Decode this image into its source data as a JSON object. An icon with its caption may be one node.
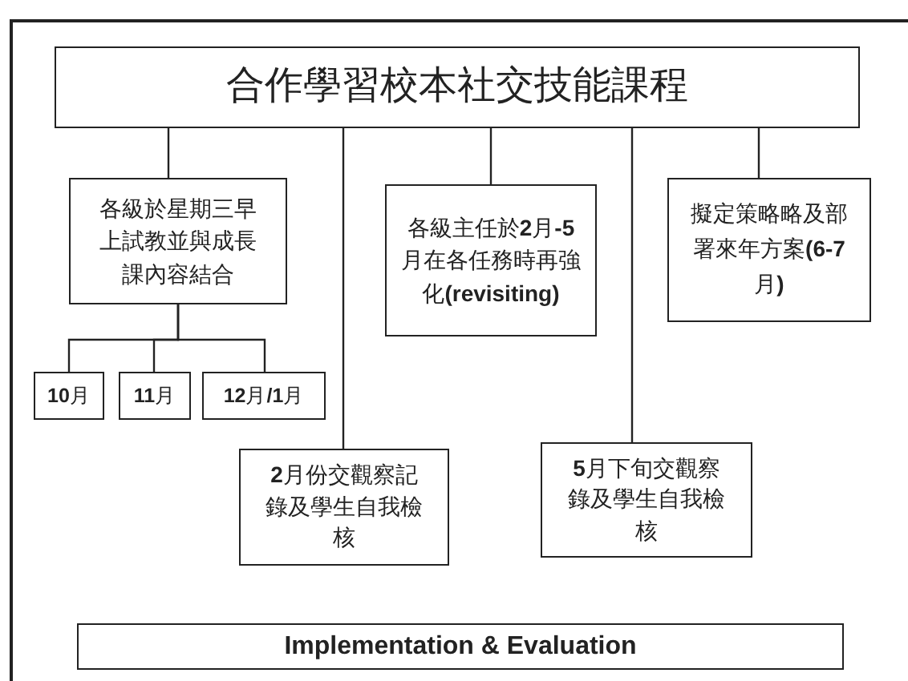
{
  "diagram": {
    "nodes": [
      {
        "text": [
          "合作學習校本社交技能課程"
        ]
      },
      {
        "text": [
          "各級於星期三早上試教並與成長課內容結合"
        ]
      },
      {
        "text": [
          "各級主任於**2**月**-5**月在各任務時再強化**(revisiting)**"
        ]
      },
      {
        "text": [
          "擬定策略略及部署來年方案**(6-7**月**)**"
        ]
      },
      {
        "text": [
          "**10**月"
        ]
      },
      {
        "text": [
          "**11**月"
        ]
      },
      {
        "text": [
          "**12**月**/1**月"
        ]
      },
      {
        "text": [
          "**2**月份交觀察記錄及學生自我檢核"
        ]
      },
      {
        "text": [
          "**5**月下旬交觀察錄及學生自我檢核"
        ]
      },
      {
        "text": [
          "Implementation & Evaluation"
        ]
      }
    ],
    "edges": [
      {
        "from": 0,
        "to": 1,
        "arrow": "none"
      },
      {
        "from": 0,
        "to": 7,
        "arrow": "none"
      },
      {
        "from": 0,
        "to": 2,
        "arrow": "none"
      },
      {
        "from": 0,
        "to": 8,
        "arrow": "none"
      },
      {
        "from": 0,
        "to": 3,
        "arrow": "none"
      },
      {
        "from": 1,
        "to": 4,
        "arrow": "none"
      },
      {
        "from": 1,
        "to": 5,
        "arrow": "none"
      },
      {
        "from": 1,
        "to": 6,
        "arrow": "none"
      }
    ]
  }
}
